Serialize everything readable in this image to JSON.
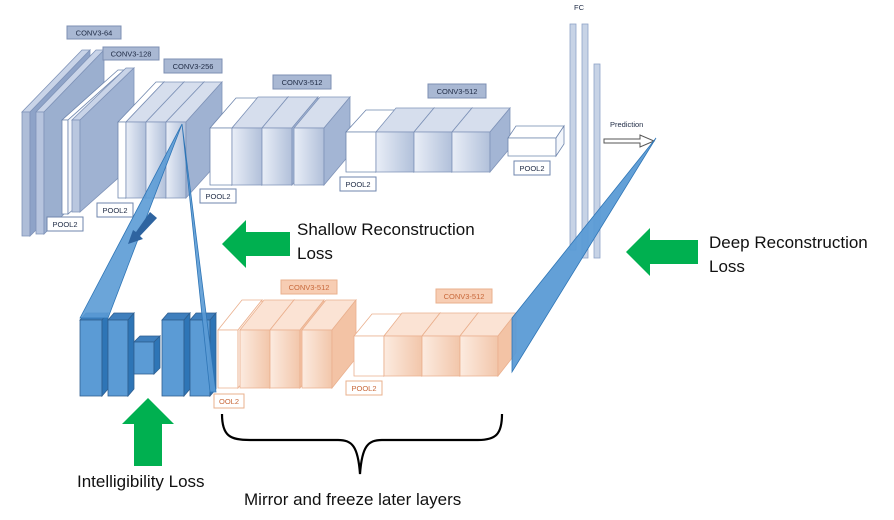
{
  "encoder": {
    "labels": {
      "conv3_64": "CONV3-64",
      "conv3_128": "CONV3-128",
      "conv3_256": "CONV3-256",
      "conv3_512_a": "CONV3-512",
      "conv3_512_b": "CONV3-512",
      "fc": "FC",
      "prediction": "Prediction"
    },
    "pools": [
      "POOL2",
      "POOL2",
      "POOL2",
      "POOL2",
      "POOL2"
    ]
  },
  "decoder": {
    "labels": {
      "conv3_512_a": "CONV3-512",
      "conv3_512_b": "CONV3-512"
    },
    "pools": [
      "OOL2",
      "POOL2"
    ]
  },
  "losses": {
    "shallow_line1": "Shallow Reconstruction",
    "shallow_line2": "Loss",
    "deep_line1": "Deep Reconstruction",
    "deep_line2": "Loss",
    "intelligibility": "Intelligibility Loss"
  },
  "brace_caption": "Mirror and freeze later layers",
  "colors": {
    "encoder_fill": "#b4c3dc",
    "decoder_fill": "#f6d2bd",
    "blue_block": "#5b9bd5",
    "arrow_green": "#00b050"
  }
}
